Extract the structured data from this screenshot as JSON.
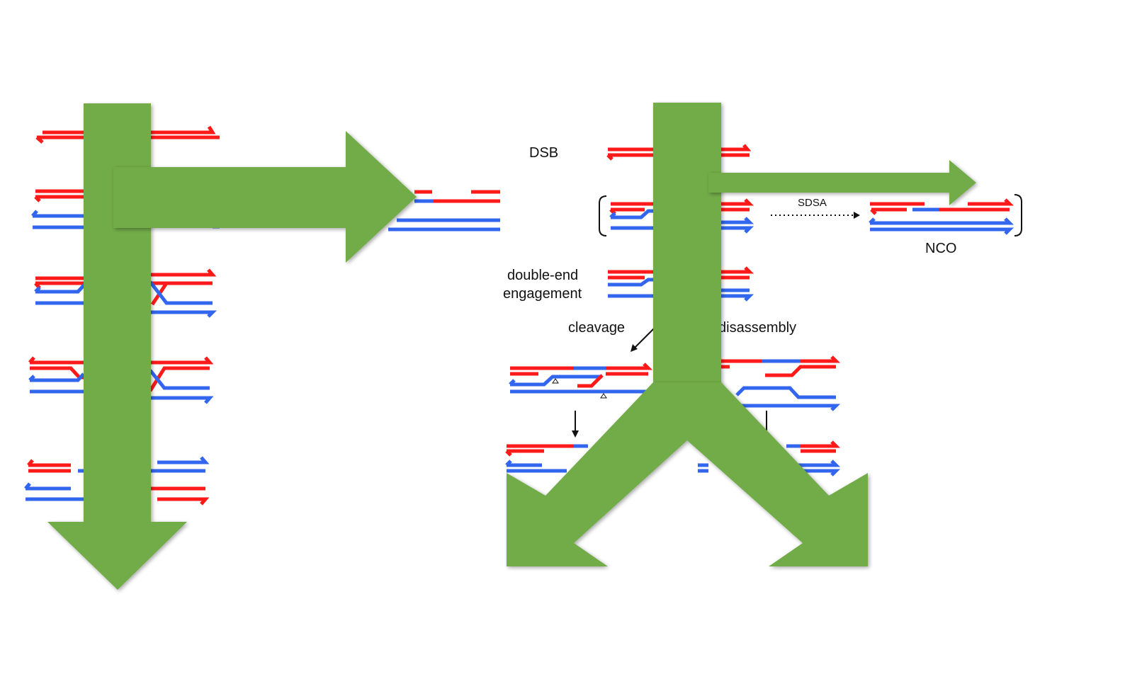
{
  "labels": {
    "dsb": "DSB",
    "sdsa": "SDSA",
    "nco": "NCO",
    "double_end_line1": "double-end",
    "double_end_line2": "engagement",
    "cleavage": "cleavage",
    "disassembly": "disassembly"
  },
  "colors": {
    "red_strand": "#ff1a1a",
    "blue_strand": "#3366ee",
    "arrow_fill": "#72ac4a",
    "text": "#111111"
  }
}
